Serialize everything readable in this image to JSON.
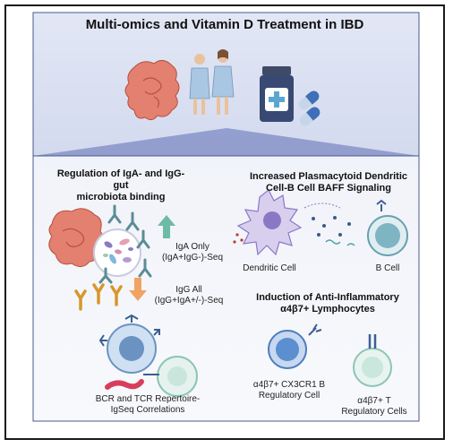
{
  "title": "Multi-omics and Vitamin D Treatment in IBD",
  "sections": {
    "iga_igg": {
      "heading_line1": "Regulation of IgA- and IgG-gut",
      "heading_line2": "microbiota binding",
      "iga_label_line1": "IgA Only",
      "iga_label_line2": "(IgA+IgG-)-Seq",
      "igg_label_line1": "IgG All",
      "igg_label_line2": "(IgG+IgA+/-)-Seq",
      "repertoire_line1": "BCR and TCR Repertoire-",
      "repertoire_line2": "IgSeq Correlations"
    },
    "baff": {
      "heading_line1": "Increased Plasmacytoid Dendritic",
      "heading_line2": "Cell-B Cell BAFF Signaling",
      "dendritic_label": "Dendritic Cell",
      "bcell_label": "B Cell"
    },
    "a4b7": {
      "heading_line1": "Induction of Anti-Inflammatory",
      "heading_line2": "α4β7+ Lymphocytes",
      "breg_line1": "α4β7+ CX3CR1 B",
      "breg_line2": "Regulatory Cell",
      "treg_line1": "α4β7+ T",
      "treg_line2": "Regulatory Cells"
    }
  },
  "colors": {
    "band_top": "#dfe4f3",
    "band_bottom": "#eef1f9",
    "funnel": "#8896c8",
    "border": "#1a1a1a",
    "arrow_up": "#6dbba6",
    "arrow_down": "#f0a463",
    "intestine": "#e07a6a",
    "antibody_iga": "#4f7dbd",
    "antibody_igg": "#d7972a",
    "cell_blue": "#5b8fcf",
    "cell_teal": "#7fbdb4"
  },
  "icons": [
    "intestine-icon",
    "patient-icon",
    "medicine-bottle-icon",
    "capsule-icon",
    "bacteria-icon",
    "antibody-icon",
    "dendritic-cell-icon",
    "b-cell-icon",
    "t-cell-icon",
    "arrow-up-icon",
    "arrow-down-icon"
  ]
}
